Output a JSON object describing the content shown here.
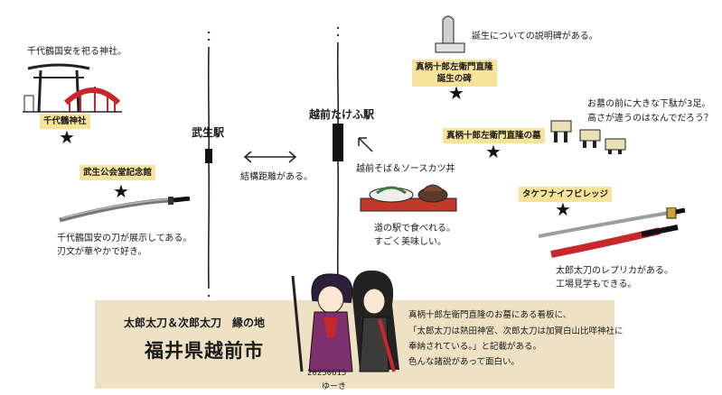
{
  "places": {
    "chiyotsuru": {
      "note": "千代鶴国安を祀る神社。",
      "tag": "千代鶴神社"
    },
    "takefu_hall": {
      "tag": "武生公会堂記念館",
      "note_lines": [
        "千代鶴国安の刀が展示してある。",
        "刃文が華やかで好き。"
      ]
    },
    "birth_monument": {
      "note": "誕生についての説明碑がある。",
      "tag_lines": [
        "真柄十郎左衛門直隆",
        "誕生の碑"
      ]
    },
    "grave": {
      "tag": "真柄十郎左衛門直隆の墓",
      "note_lines": [
        "お墓の前に大きな下駄が3足。",
        "高さが違うのはなんでだろう？"
      ]
    },
    "knife_village": {
      "tag": "タケフナイフビレッジ",
      "note_lines": [
        "太郎太刀のレプリカがある。",
        "工場見学もできる。"
      ]
    },
    "soba": {
      "title": "越前そば＆ソースカツ丼",
      "note_lines": [
        "道の駅で食べれる。",
        "すごく美味しい。"
      ]
    }
  },
  "stations": {
    "takefu": "武生駅",
    "echizen_takefu": "越前たけふ駅",
    "distance_note": "結構距離がある。"
  },
  "footer": {
    "subtitle": "太郎太刀＆次郎太刀　縁の地",
    "title": "福井県越前市",
    "note_lines": [
      "真柄十郎左衛門直隆のお墓にある看板に、",
      "「太郎太刀は熱田神宮、次郎太刀は加賀白山比咩神社に",
      "奉納されている。」と記載がある。",
      "色んな諸説があって面白い。"
    ],
    "signature_date": "20250615",
    "signature_name": "ゆーき"
  },
  "colors": {
    "tag_bg": "#f7e39a",
    "band_bg": "#eee1c4",
    "torii_red": "#c8282b",
    "blade_grey": "#9a9ea6"
  }
}
